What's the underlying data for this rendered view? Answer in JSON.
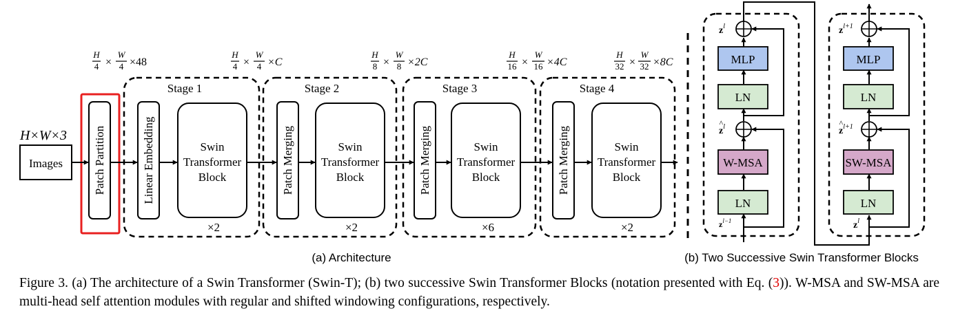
{
  "architecture": {
    "input_dims": "H×W×3",
    "input_label": "Images",
    "patch_partition": "Patch Partition",
    "linear_embedding": "Linear Embedding",
    "patch_merging": "Patch Merging",
    "block_label": [
      "Swin",
      "Transformer",
      "Block"
    ],
    "stages": [
      {
        "title": "Stage 1",
        "repeat": "×2"
      },
      {
        "title": "Stage 2",
        "repeat": "×2"
      },
      {
        "title": "Stage 3",
        "repeat": "×6"
      },
      {
        "title": "Stage 4",
        "repeat": "×2"
      }
    ],
    "output_dims": [
      {
        "h": "H",
        "hd": "4",
        "w": "W",
        "wd": "4",
        "c": "×48"
      },
      {
        "h": "H",
        "hd": "4",
        "w": "W",
        "wd": "4",
        "c": "×C"
      },
      {
        "h": "H",
        "hd": "8",
        "w": "W",
        "wd": "8",
        "c": "×2C"
      },
      {
        "h": "H",
        "hd": "16",
        "w": "W",
        "wd": "16",
        "c": "×4C"
      },
      {
        "h": "H",
        "hd": "32",
        "w": "W",
        "wd": "32",
        "c": "×8C"
      }
    ],
    "subcaption": "(a) Architecture"
  },
  "blocks": {
    "mlp": "MLP",
    "ln": "LN",
    "wmsa": "W-MSA",
    "swmsa": "SW-MSA",
    "z": "z",
    "sup_l": "l",
    "sup_l_minus_1": "l−1",
    "sup_l_plus_1": "l+1",
    "subcaption": "(b) Two Successive Swin Transformer Blocks"
  },
  "caption": {
    "part1": "Figure 3. (a) The architecture of a Swin Transformer (Swin-T); (b) two successive Swin Transformer Blocks (notation presented with Eq. (",
    "ref": "3",
    "part2": ")). W-MSA and SW-MSA are multi-head self attention modules with regular and shifted windowing configurations, respectively."
  },
  "colors": {
    "mlp": "#aec6ef",
    "ln": "#d5ead2",
    "msa": "#d5a8c9",
    "highlight": "#e82020",
    "caption_ref": "#e00000"
  }
}
